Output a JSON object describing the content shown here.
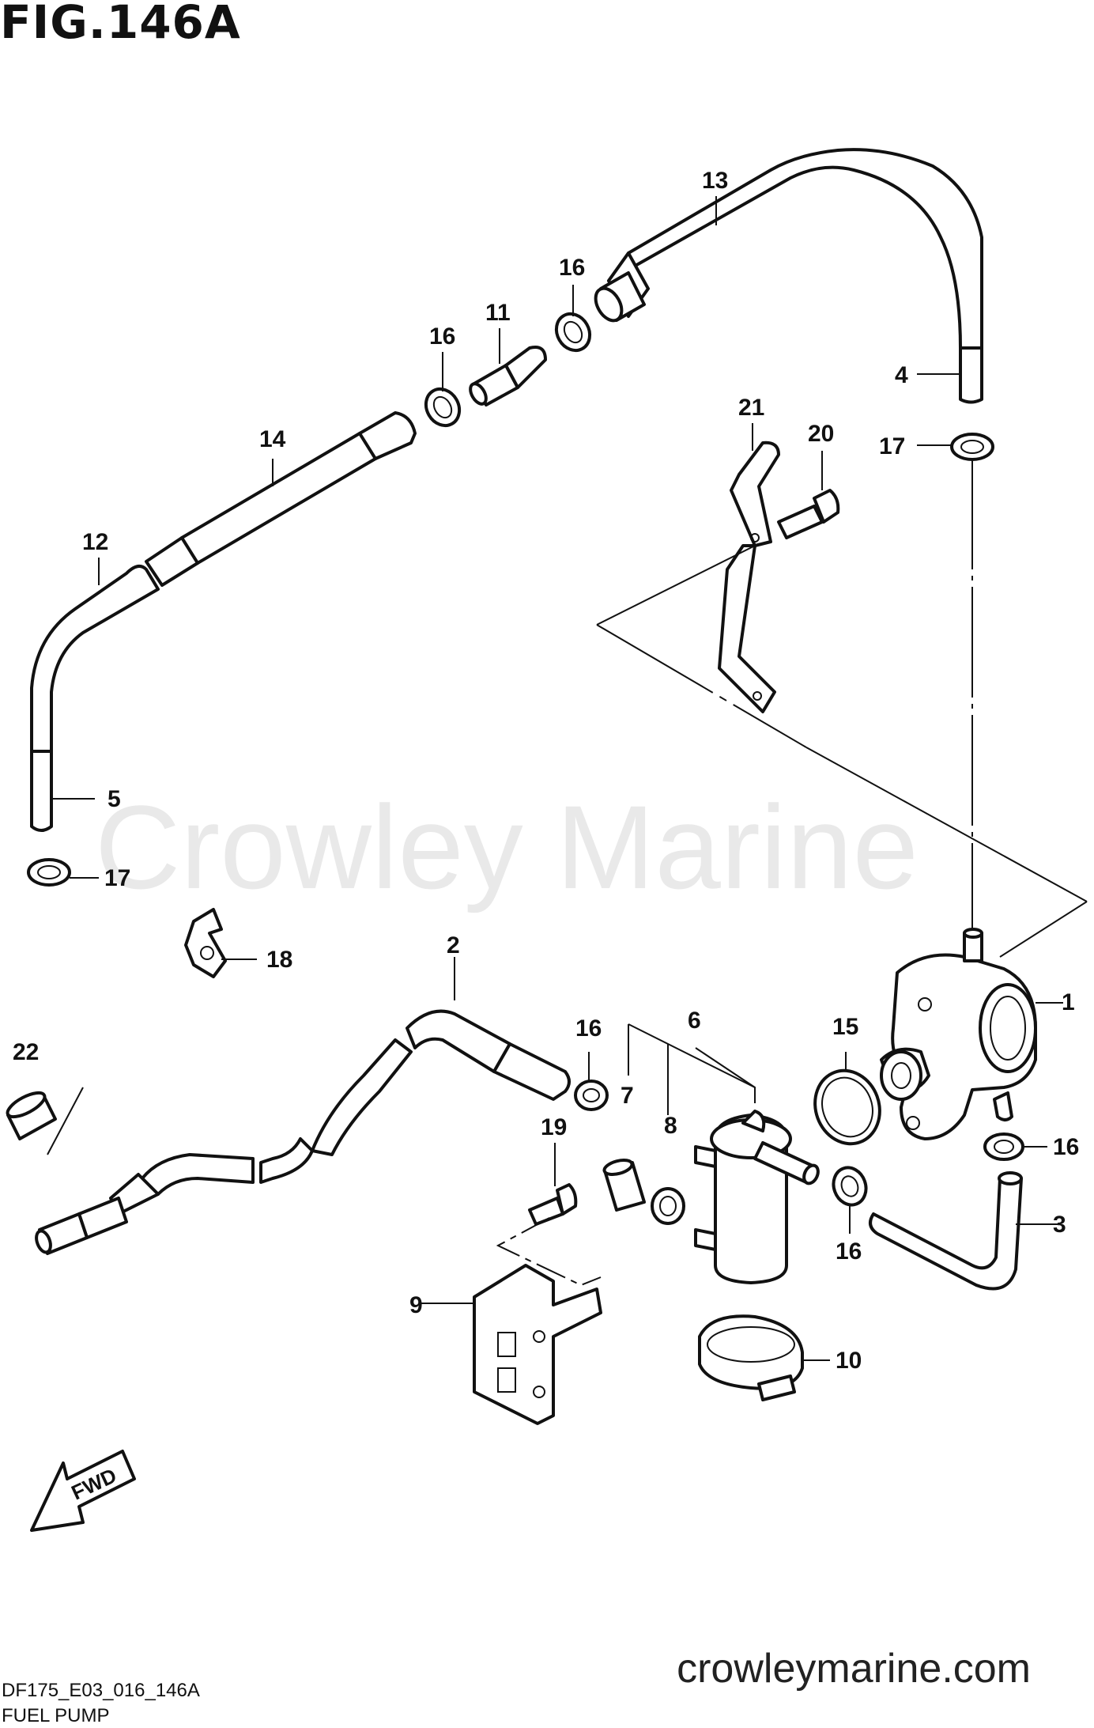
{
  "figure_title": "FIG.146A",
  "watermark": "Crowley Marine",
  "site_url": "crowleymarine.com",
  "diagram_code": "DF175_E03_016_146A",
  "caption": "FUEL PUMP",
  "fwd_label": "FWD",
  "callouts": [
    {
      "id": "c1",
      "label": "1"
    },
    {
      "id": "c2",
      "label": "2"
    },
    {
      "id": "c3",
      "label": "3"
    },
    {
      "id": "c4",
      "label": "4"
    },
    {
      "id": "c5",
      "label": "5"
    },
    {
      "id": "c6",
      "label": "6"
    },
    {
      "id": "c7",
      "label": "7"
    },
    {
      "id": "c8",
      "label": "8"
    },
    {
      "id": "c9",
      "label": "9"
    },
    {
      "id": "c10",
      "label": "10"
    },
    {
      "id": "c11",
      "label": "11"
    },
    {
      "id": "c12",
      "label": "12"
    },
    {
      "id": "c13",
      "label": "13"
    },
    {
      "id": "c14",
      "label": "14"
    },
    {
      "id": "c15",
      "label": "15"
    },
    {
      "id": "c16a",
      "label": "16"
    },
    {
      "id": "c16b",
      "label": "16"
    },
    {
      "id": "c16c",
      "label": "16"
    },
    {
      "id": "c16d",
      "label": "16"
    },
    {
      "id": "c16e",
      "label": "16"
    },
    {
      "id": "c17a",
      "label": "17"
    },
    {
      "id": "c17b",
      "label": "17"
    },
    {
      "id": "c18",
      "label": "18"
    },
    {
      "id": "c19",
      "label": "19"
    },
    {
      "id": "c20",
      "label": "20"
    },
    {
      "id": "c21",
      "label": "21"
    },
    {
      "id": "c22",
      "label": "22"
    }
  ]
}
